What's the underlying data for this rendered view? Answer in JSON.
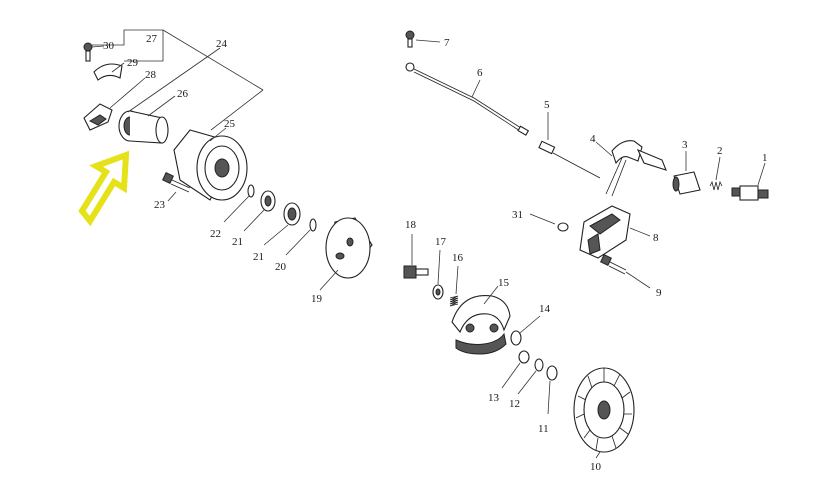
{
  "labels": {
    "p1": "1",
    "p2": "2",
    "p3": "3",
    "p4": "4",
    "p5": "5",
    "p6": "6",
    "p7": "7",
    "p8": "8",
    "p9": "9",
    "p10": "10",
    "p11": "11",
    "p12": "12",
    "p13": "13",
    "p14": "14",
    "p15": "15",
    "p16": "16",
    "p17": "17",
    "p18": "18",
    "p19": "19",
    "p20": "20",
    "p21a": "21",
    "p21b": "21",
    "p22": "22",
    "p23": "23",
    "p24": "24",
    "p25": "25",
    "p26": "26",
    "p27": "27",
    "p28": "28",
    "p29": "29",
    "p30": "30",
    "p31": "31"
  },
  "colors": {
    "arrow": "#f2ee1b",
    "arrow_stroke": "#d8d400",
    "line": "#222222"
  },
  "icons": {
    "pointer": "hollow-yellow-arrow"
  }
}
